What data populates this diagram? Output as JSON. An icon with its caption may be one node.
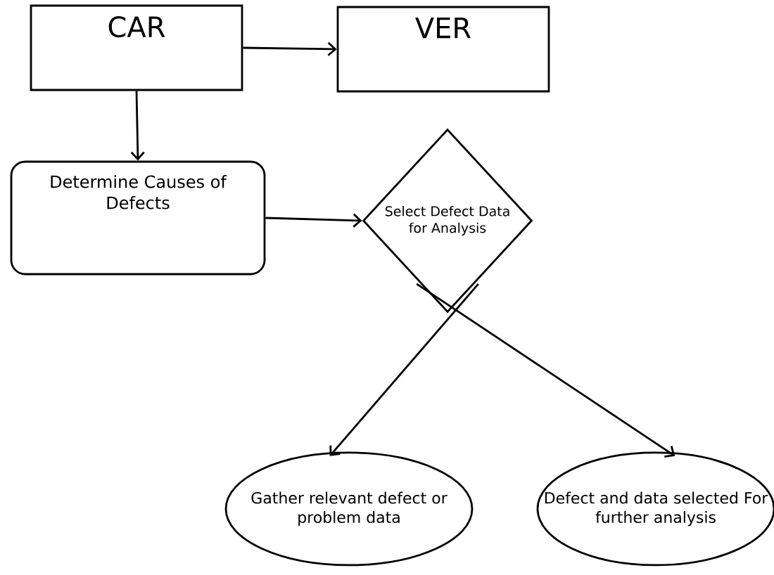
{
  "diagram": {
    "nodes": [
      {
        "text": [
          "CAR"
        ]
      },
      {
        "text": [
          "VER"
        ]
      },
      {
        "text": [
          "Determine Causes of Defects"
        ]
      },
      {
        "text": [
          "Select Defect Data for Analysis"
        ]
      },
      {
        "text": [
          "Gather relevant defect or problem data"
        ]
      },
      {
        "text": [
          "Defect and data selected For further analysis"
        ]
      }
    ],
    "edges": [
      {
        "from": 0,
        "to": 1,
        "arrow": "to"
      },
      {
        "from": 0,
        "to": 2,
        "arrow": "to"
      },
      {
        "from": 2,
        "to": 3,
        "arrow": "to"
      },
      {
        "from": 3,
        "to": 4,
        "arrow": "to"
      },
      {
        "from": 3,
        "to": 5,
        "arrow": "to"
      }
    ]
  }
}
